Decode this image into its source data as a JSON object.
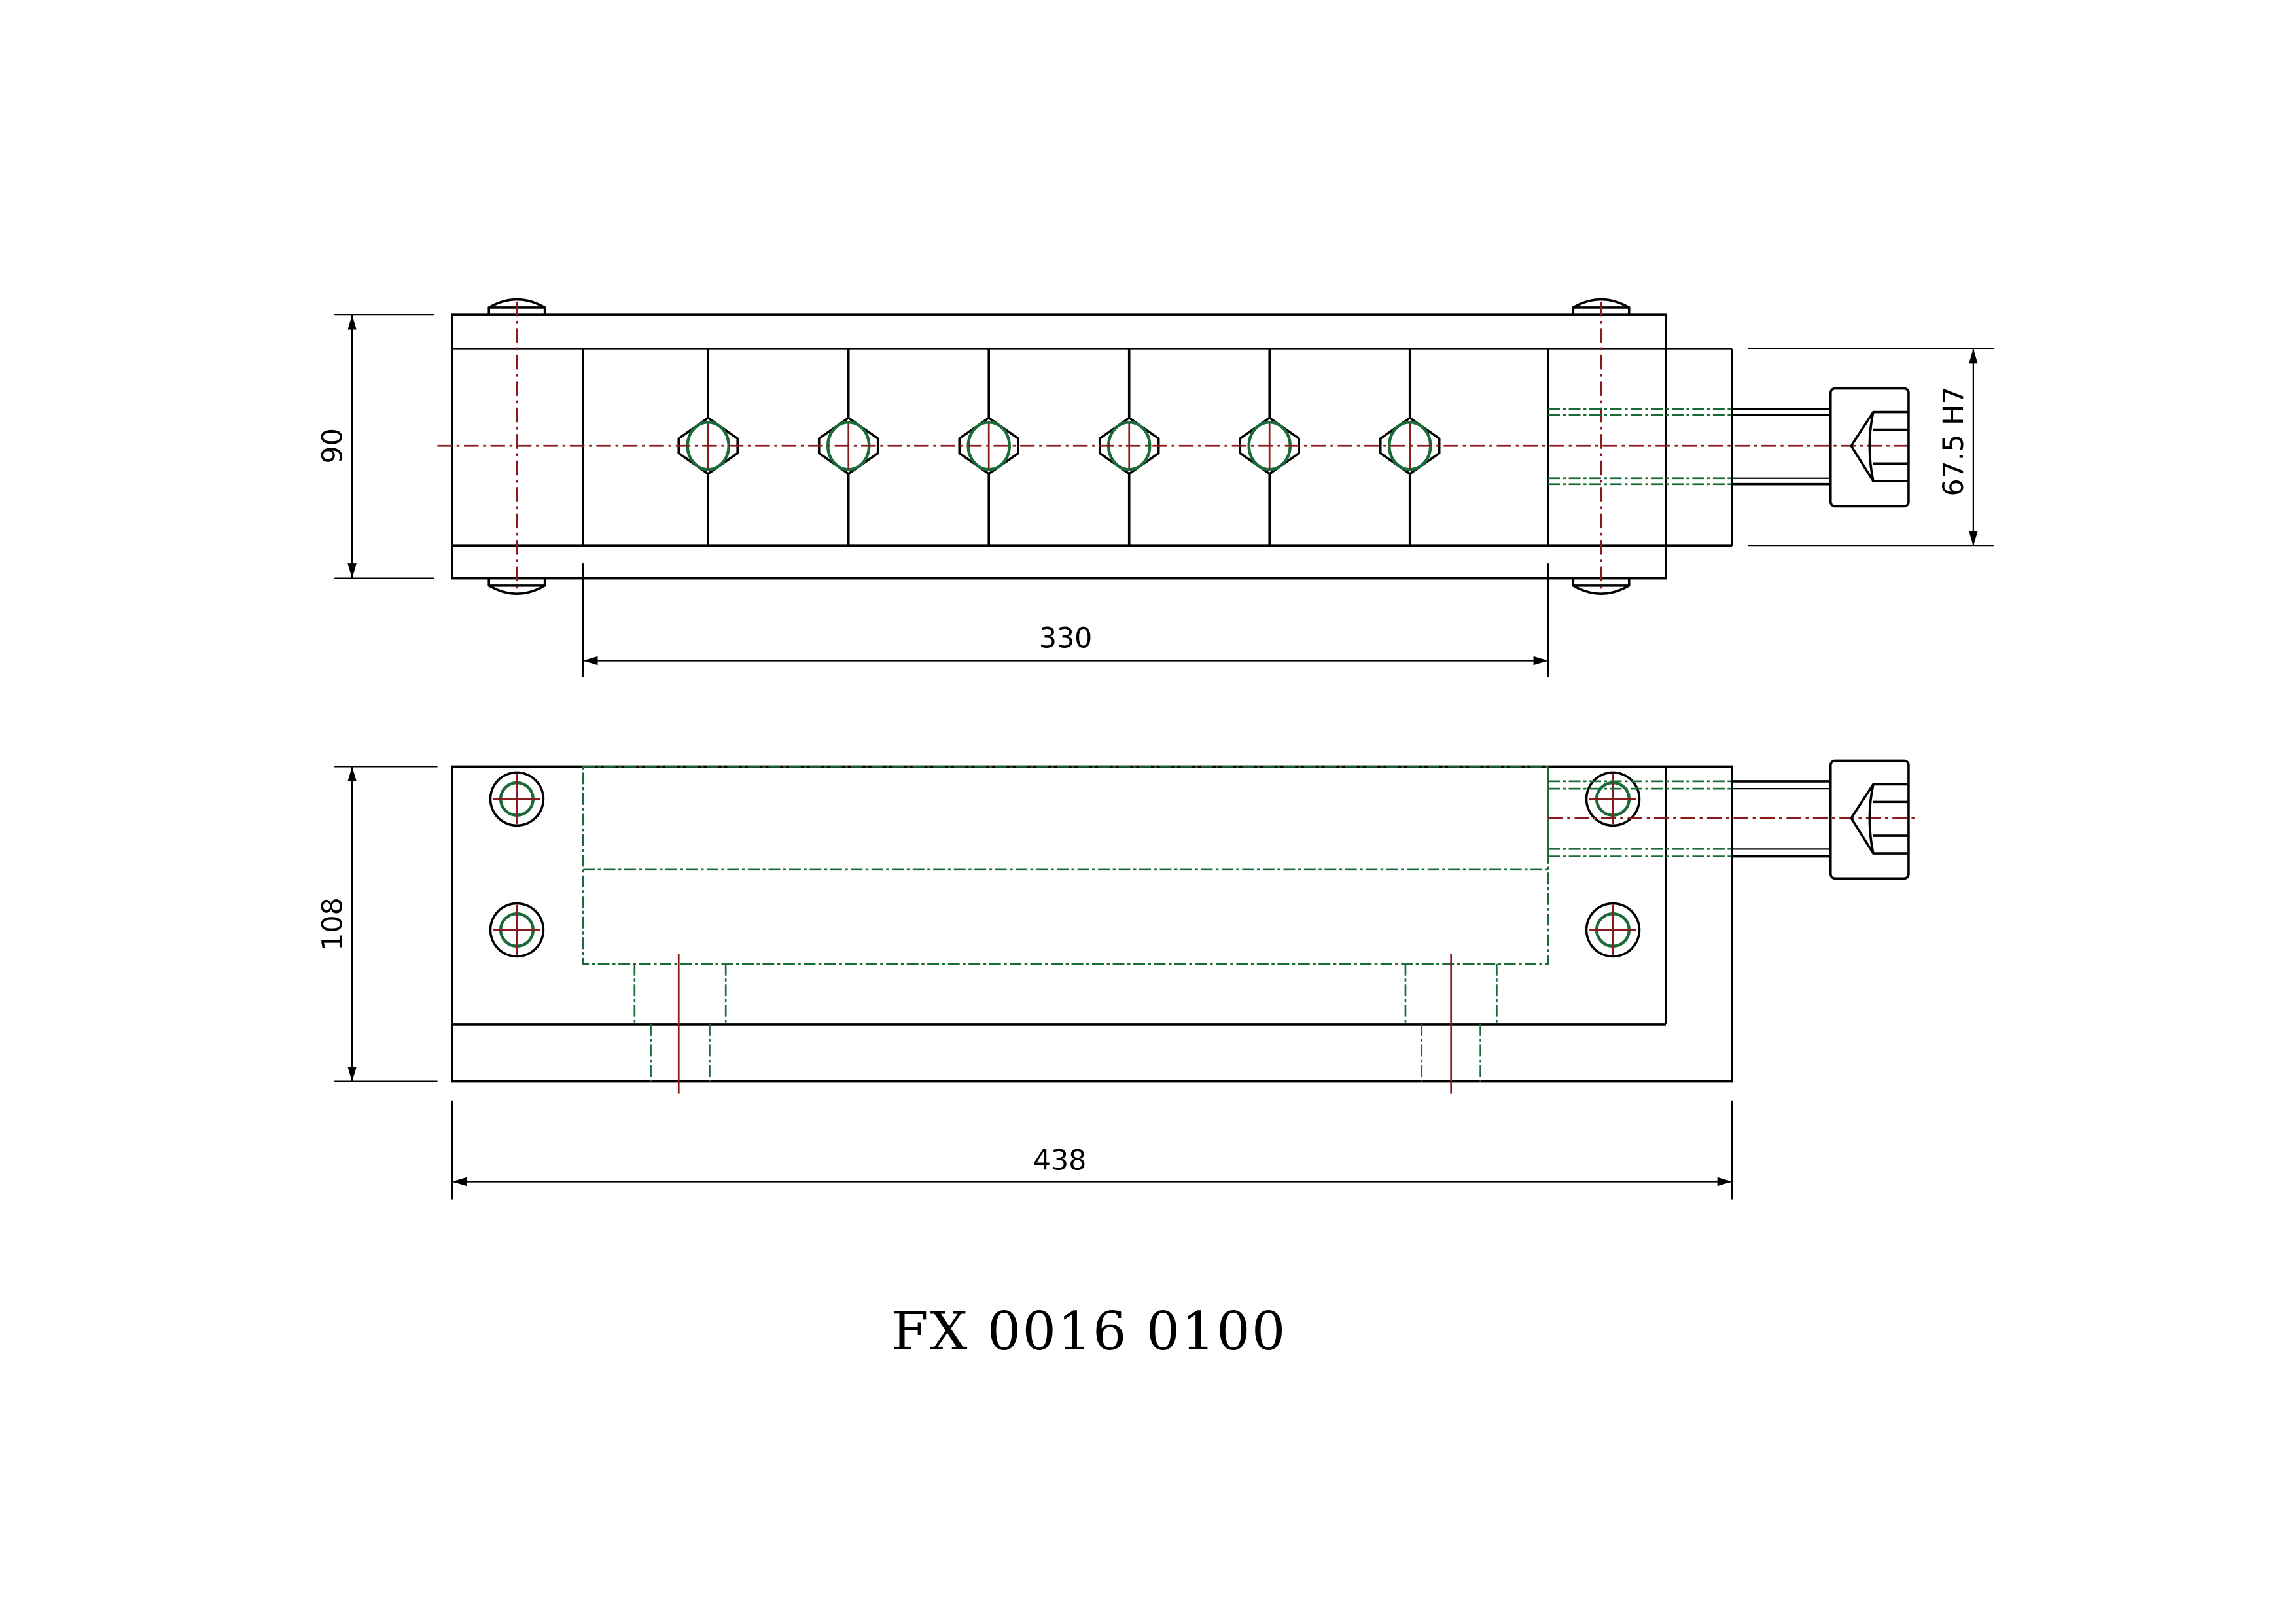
{
  "drawing": {
    "title": "FX 0016 0100",
    "dimensions": {
      "top_height": "90",
      "bore": "67.5 H7",
      "inner_length": "330",
      "front_height": "108",
      "overall_length": "438"
    },
    "jaw_count": 6,
    "colors": {
      "outline": "#000000",
      "centerline": "#8b1a1a",
      "hidden": "#1a6b3a"
    }
  }
}
